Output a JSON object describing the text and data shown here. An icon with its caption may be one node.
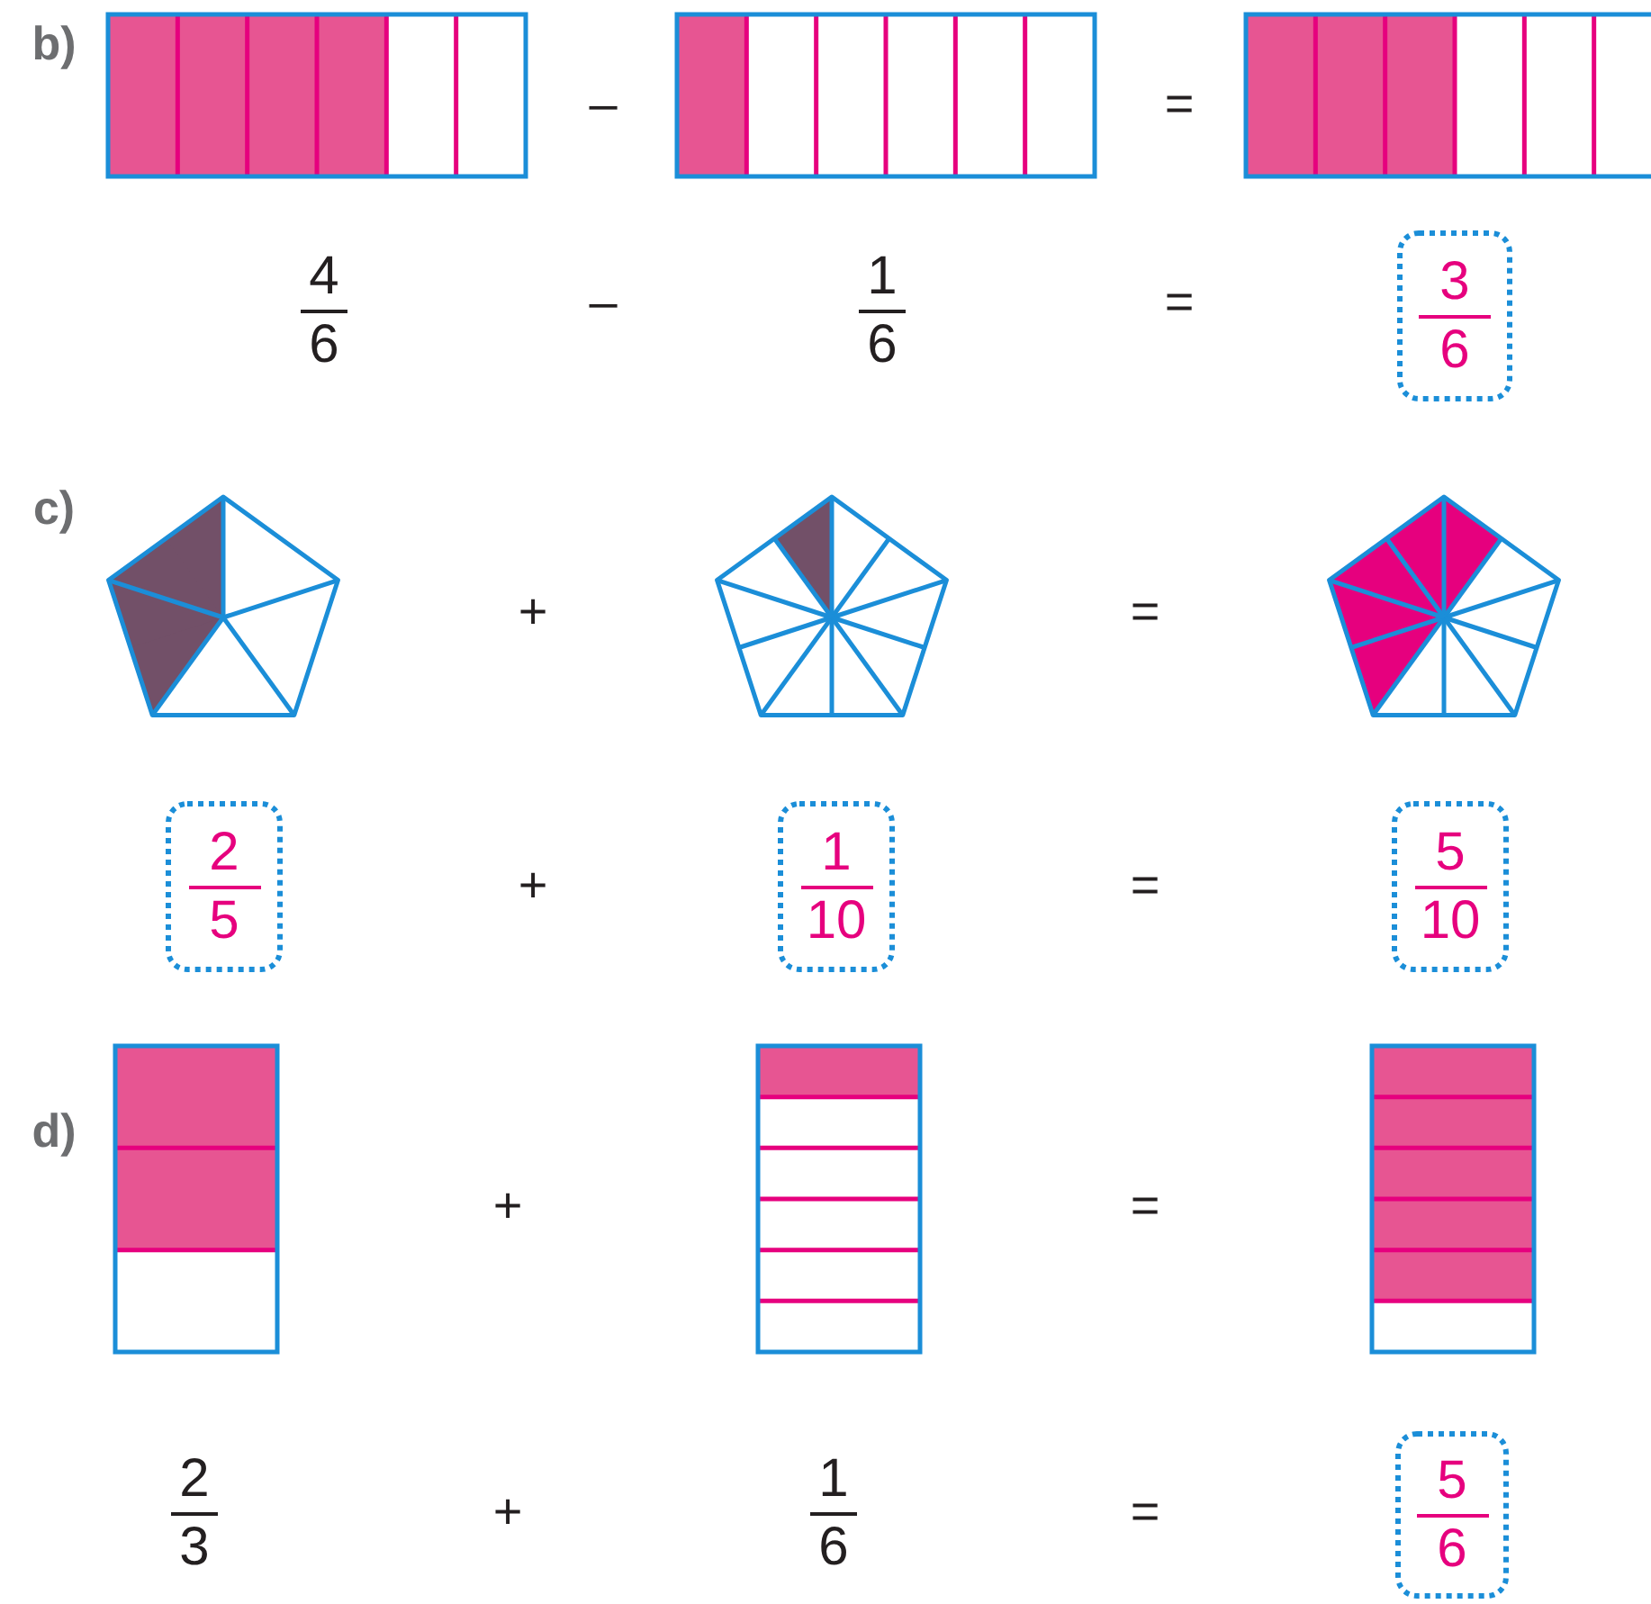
{
  "diagram": {
    "nodes": [
      {
        "text": [
          "3",
          "6"
        ]
      },
      {
        "text": [
          "2",
          "5"
        ]
      },
      {
        "text": [
          "1",
          "10"
        ]
      },
      {
        "text": [
          "5",
          "10"
        ]
      },
      {
        "text": [
          "5",
          "6"
        ]
      }
    ],
    "labels": [
      "b)",
      "–",
      "=",
      "4",
      "6",
      "–",
      "1",
      "6",
      "=",
      "c)",
      "+",
      "=",
      "+",
      "=",
      "d)",
      "+",
      "=",
      "2",
      "3",
      "+",
      "1",
      "6",
      "="
    ]
  }
}
